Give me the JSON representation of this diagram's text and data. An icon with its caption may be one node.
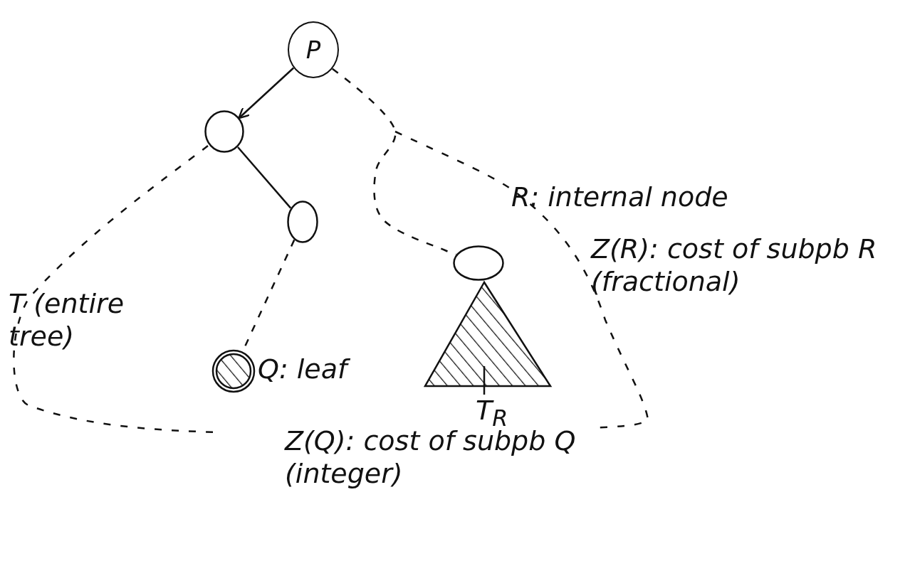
{
  "diagram": {
    "nodes": [
      {
        "text": [
          "P"
        ]
      },
      {
        "text": [],
        "shape": "circle"
      },
      {
        "text": [],
        "shape": "circle"
      },
      {
        "text": [],
        "shape": "ellipse",
        "beside": [
          "R: internal node",
          "Z(R): cost of subpb R (fractional)"
        ]
      },
      {
        "text": [],
        "shape": "triangle",
        "beside": [
          "T$_{R}$"
        ]
      },
      {
        "text": [],
        "shape": "circle",
        "beside": [
          "Q: leaf",
          "Z(Q): cost of subpb Q (integer)"
        ]
      }
    ],
    "edges": [
      {
        "from": 0,
        "to": 1,
        "arrow": "to"
      },
      {
        "from": 1,
        "to": 2,
        "arrow": "none"
      },
      {
        "from": 2,
        "to": 5,
        "arrow": "none",
        "style": "dashed"
      },
      {
        "from": 0,
        "to": 3,
        "arrow": "none",
        "style": "dashed"
      }
    ],
    "labels": [
      "T (entire tree)"
    ]
  }
}
